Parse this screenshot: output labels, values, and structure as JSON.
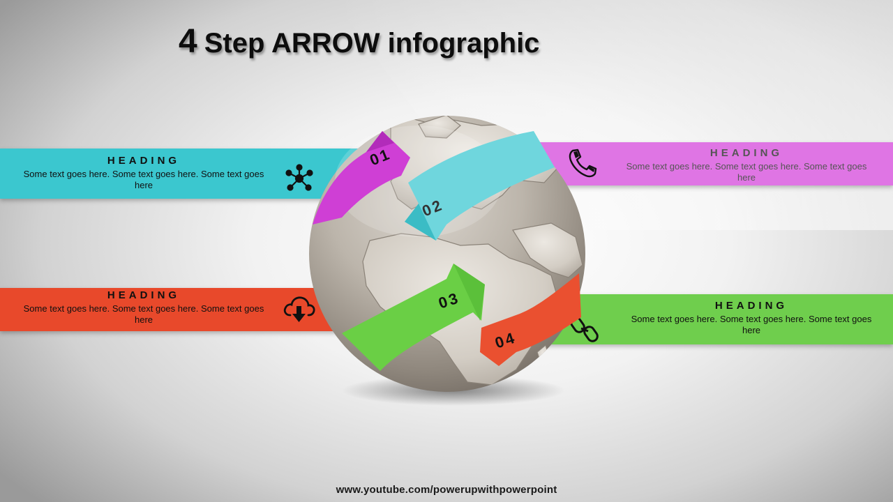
{
  "title": {
    "number": "4",
    "text": "Step ARROW infographic"
  },
  "colors": {
    "step1": "#cf3fd5",
    "step2": "#6fd6dd",
    "step3": "#6acf45",
    "step4": "#ea5030",
    "band_cyan": "#3bc7cf",
    "band_pink": "#df75e4",
    "band_orange": "#e8492b",
    "band_green": "#6fce4d"
  },
  "bands": [
    {
      "heading": "HEADING",
      "body": "Some text goes here. Some text goes here. Some text goes here",
      "icon": "network-icon"
    },
    {
      "heading": "HEADING",
      "body": "Some text goes here. Some text goes here. Some text goes here",
      "icon": "phone-icon"
    },
    {
      "heading": "HEADING",
      "body": "Some text goes here. Some text goes here. Some text goes here",
      "icon": "cloud-download-icon"
    },
    {
      "heading": "HEADING",
      "body": "Some text goes here. Some text goes here. Some text goes here",
      "icon": "link-icon"
    }
  ],
  "steps": [
    "01",
    "02",
    "03",
    "04"
  ],
  "footer": "www.youtube.com/powerupwithpowerpoint"
}
